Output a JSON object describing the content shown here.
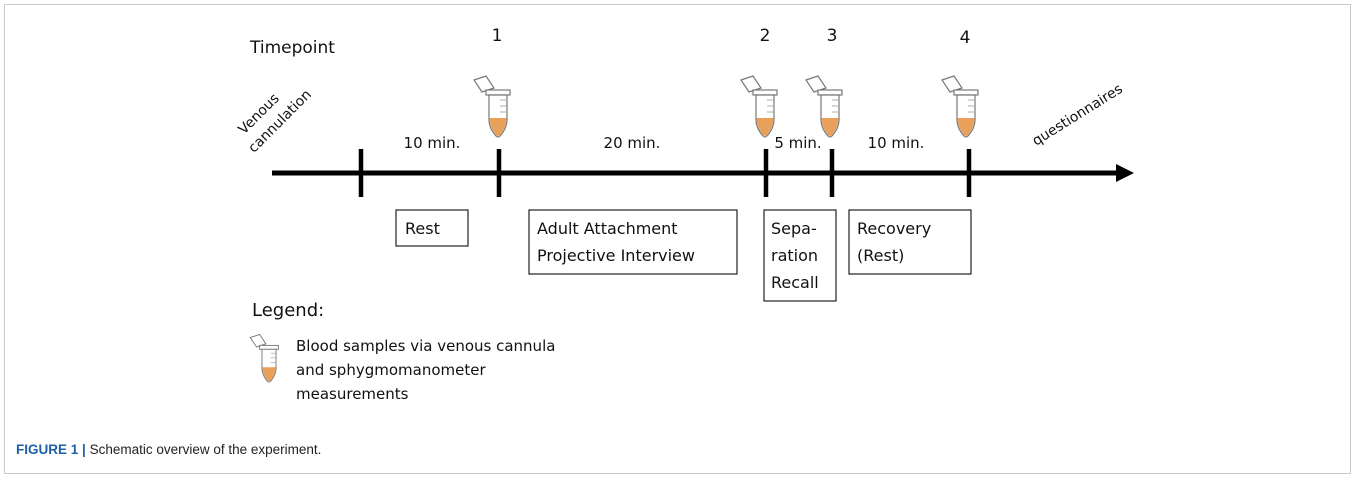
{
  "diagram": {
    "timepoint_label": "Timepoint",
    "timepoints": [
      "1",
      "2",
      "3",
      "4"
    ],
    "start_label": [
      "Venous",
      "cannulation"
    ],
    "end_label": "questionnaires",
    "durations": [
      "10 min.",
      "20 min.",
      "5 min.",
      "10 min."
    ],
    "phases": [
      {
        "lines": [
          "Rest"
        ]
      },
      {
        "lines": [
          "Adult Attachment",
          "Projective Interview"
        ]
      },
      {
        "lines": [
          "Sepa-",
          "ration",
          "Recall"
        ]
      },
      {
        "lines": [
          "Recovery",
          "(Rest)"
        ]
      }
    ],
    "legend": {
      "title": "Legend:",
      "lines": [
        "Blood samples via venous cannula",
        "and sphygmomanometer",
        "measurements"
      ]
    },
    "colors": {
      "sample_fill": "#e8a05a",
      "axis": "#000000",
      "label_blue": "#1f5fa8"
    }
  },
  "caption": {
    "label": "FIGURE 1",
    "separator": "|",
    "text": " Schematic overview of the experiment."
  }
}
